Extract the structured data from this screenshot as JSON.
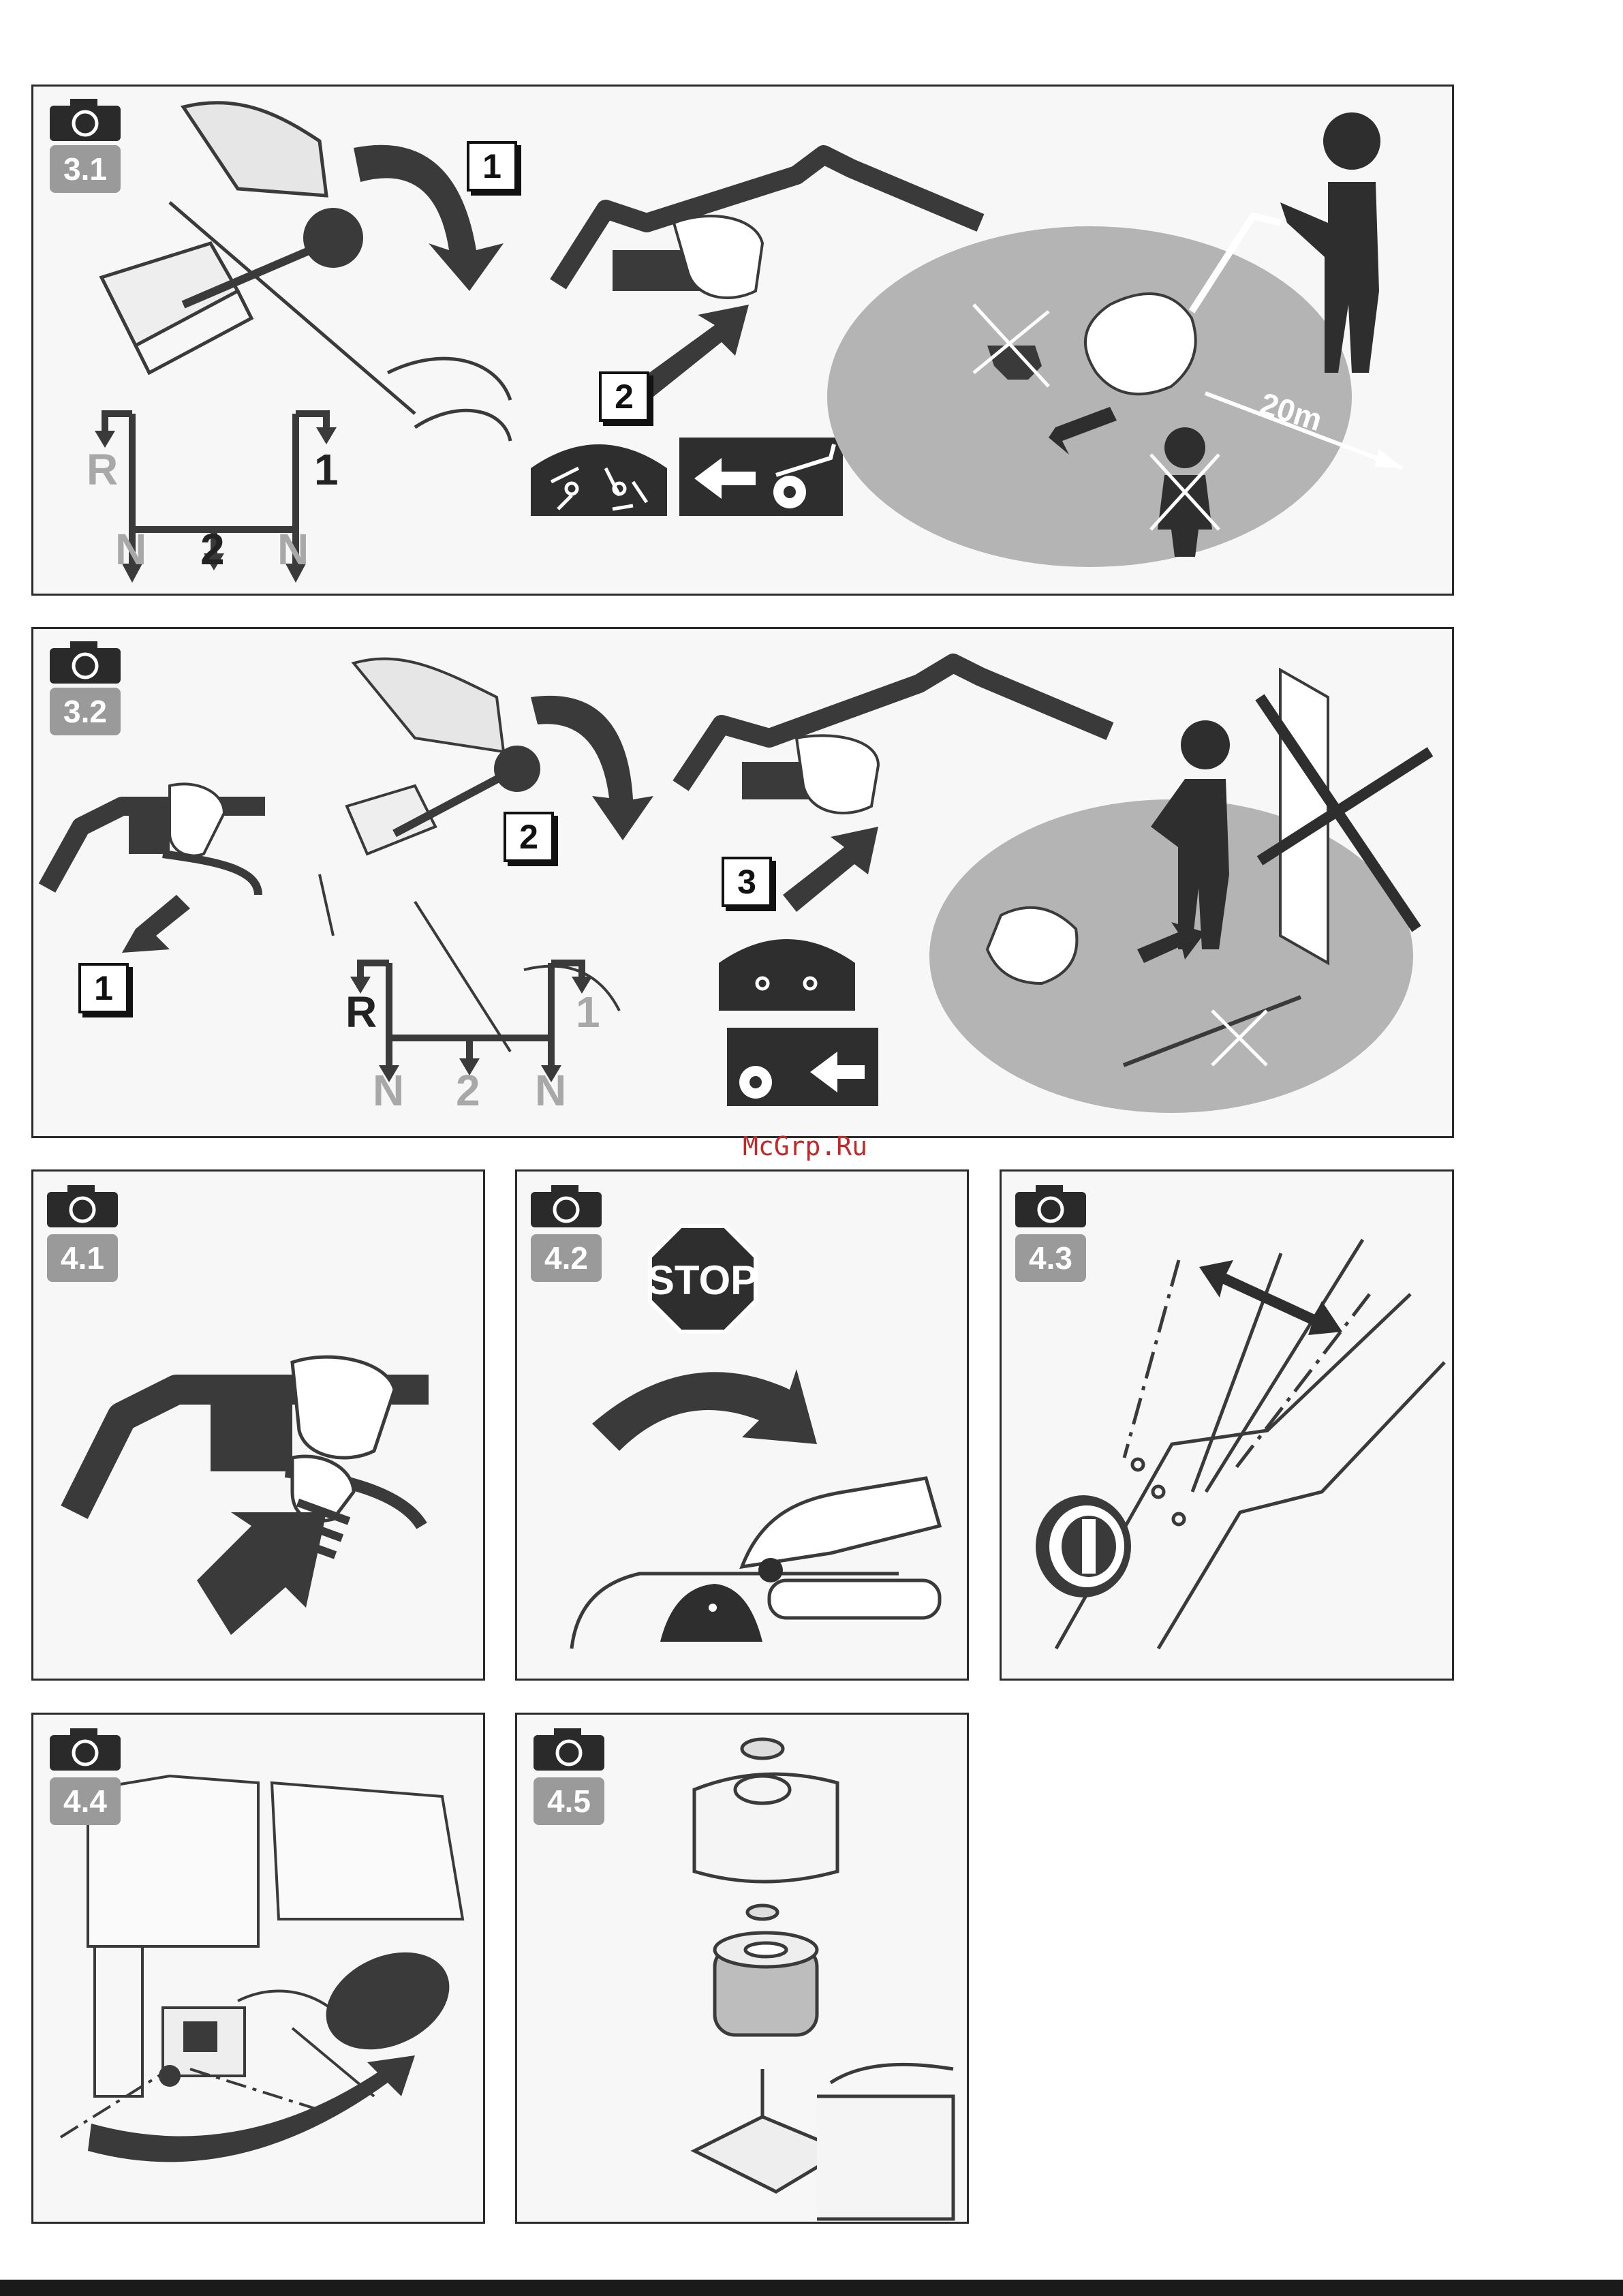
{
  "watermark": "McGrp.Ru",
  "panels": {
    "p31": {
      "label": "3.1",
      "step1": "1",
      "step2": "2",
      "distance": "20m",
      "gears": {
        "r": "R",
        "one": "1",
        "n_left": "N",
        "two": "2",
        "n_right": "N"
      }
    },
    "p32": {
      "label": "3.2",
      "step1": "1",
      "step2": "2",
      "step3": "3",
      "gears": {
        "r": "R",
        "one": "1",
        "n_left": "N",
        "two": "2",
        "n_right": "N"
      }
    },
    "p41": {
      "label": "4.1"
    },
    "p42": {
      "label": "4.2",
      "stop_sign": "STOP"
    },
    "p43": {
      "label": "4.3"
    },
    "p44": {
      "label": "4.4"
    },
    "p45": {
      "label": "4.5"
    }
  },
  "colors": {
    "ink": "#3a3a3a",
    "zone": "#b4b4b4",
    "badge": "#9a9a9a",
    "watermark": "#c62828",
    "panel_bg": "#f7f7f7"
  },
  "icons": [
    "camera-icon",
    "rotation-arrow-icon",
    "handle-bar-icon",
    "tiller-blades-icon",
    "reverse-direction-icon",
    "forward-direction-icon",
    "operator-icon",
    "child-prohibited-icon",
    "animal-prohibited-icon",
    "wall-prohibited-icon",
    "rake-prohibited-icon",
    "stop-sign-icon",
    "fuel-cap-icon",
    "air-filter-icon"
  ]
}
